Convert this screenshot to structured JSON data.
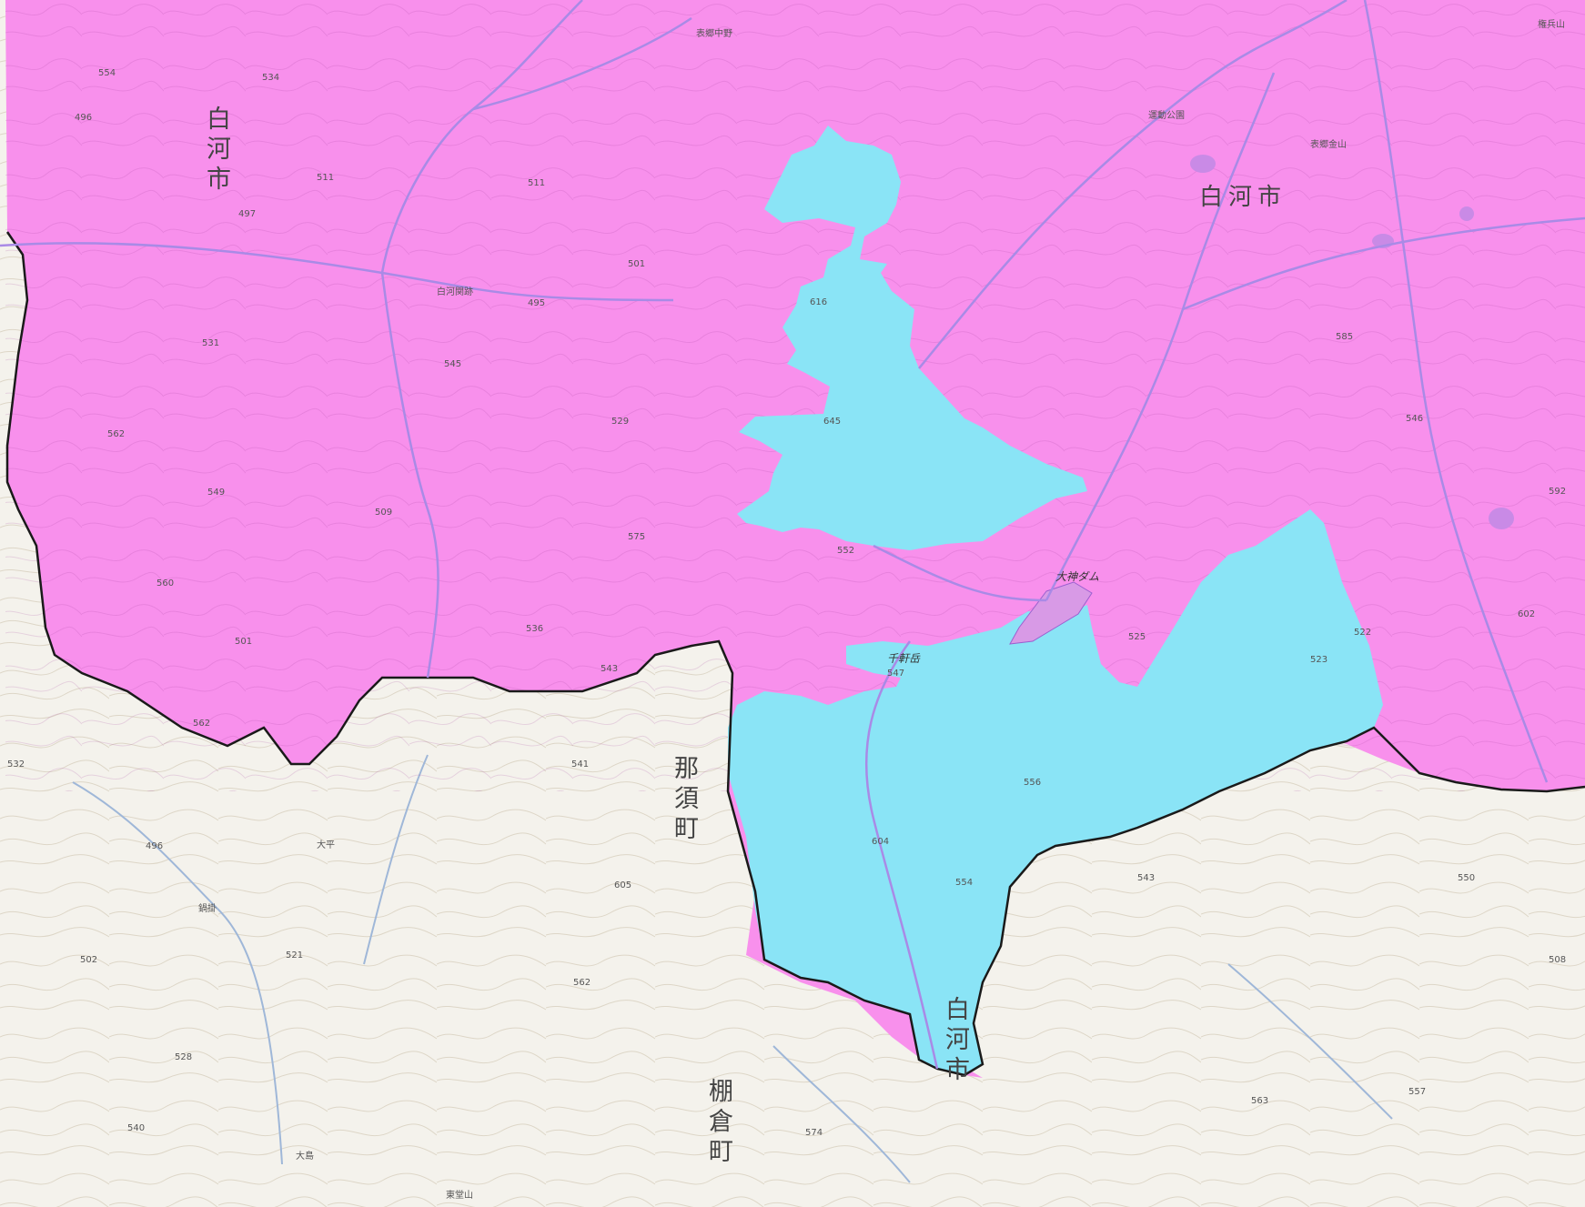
{
  "map": {
    "colors": {
      "base": "#f4f2ec",
      "region_a": "#f890ec",
      "region_b": "#8ae4f6",
      "boundary": "#1a1a1a",
      "road": "#b094e6",
      "contour": "#d9d3c4"
    },
    "labels": {
      "shirakawa_nw": "白河市",
      "shirakawa_ne": "白河市",
      "shirakawa_s": "白河市",
      "nasu": "那須町",
      "tanagura": "棚倉町"
    },
    "places": {
      "dam": "大神ダム",
      "peak": "千軒岳",
      "top_right_mountain": "権兵山",
      "mountain_south": "東堂山",
      "pass_top": "表郷中野",
      "station": "白河関跡",
      "park": "運動公園",
      "kanamesan": "表郷金山",
      "oohira": "大平",
      "ooshima": "大島",
      "nabesan": "鍋掛"
    },
    "elevations": [
      "554",
      "534",
      "496",
      "511",
      "497",
      "511",
      "501",
      "495",
      "531",
      "545",
      "562",
      "549",
      "509",
      "560",
      "501",
      "562",
      "536",
      "547",
      "523",
      "529",
      "604",
      "575",
      "616",
      "645",
      "552",
      "556",
      "554",
      "525",
      "522",
      "541",
      "543",
      "502",
      "521",
      "496",
      "557",
      "605",
      "585",
      "602",
      "550",
      "508",
      "563",
      "574",
      "592",
      "546",
      "540",
      "528",
      "562",
      "543",
      "532"
    ]
  }
}
